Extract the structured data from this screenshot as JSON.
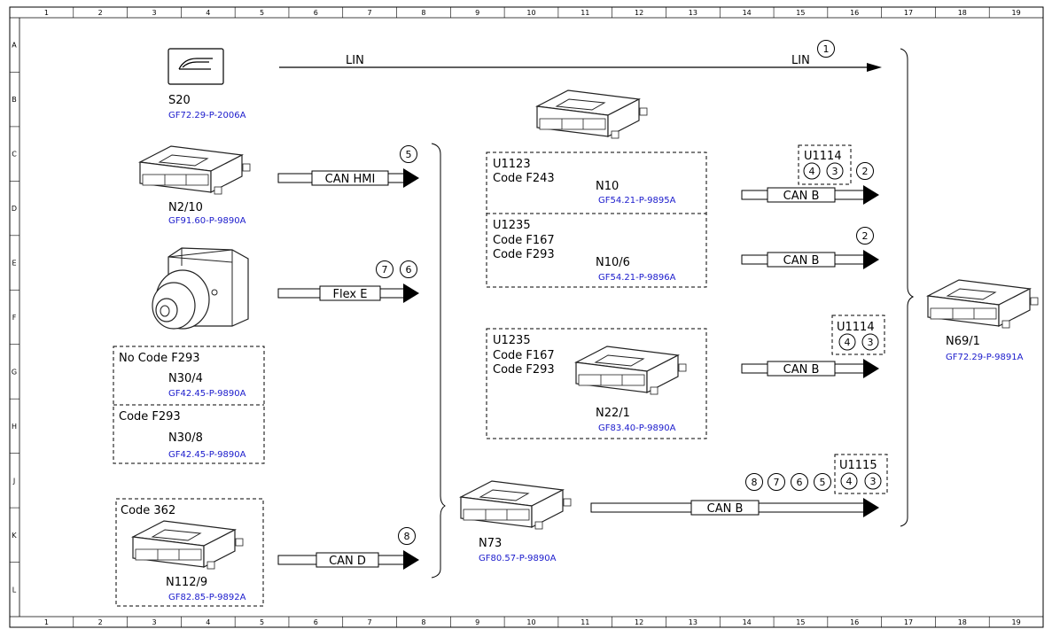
{
  "grid": {
    "columns": [
      "1",
      "2",
      "3",
      "4",
      "5",
      "6",
      "7",
      "8",
      "9",
      "10",
      "11",
      "12",
      "13",
      "14",
      "15",
      "16",
      "17",
      "18",
      "19"
    ],
    "rows": [
      "A",
      "B",
      "C",
      "D",
      "E",
      "F",
      "G",
      "H",
      "J",
      "K",
      "L"
    ]
  },
  "components": {
    "s20": {
      "name": "S20",
      "ref": "GF72.29-P-2006A"
    },
    "n2_10": {
      "name": "N2/10",
      "ref": "GF91.60-P-9890A"
    },
    "n30_4": {
      "code": "No Code F293",
      "name": "N30/4",
      "ref": "GF42.45-P-9890A"
    },
    "n30_8": {
      "code": "Code F293",
      "name": "N30/8",
      "ref": "GF42.45-P-9890A"
    },
    "n112_9": {
      "code": "Code 362",
      "name": "N112/9",
      "ref": "GF82.85-P-9892A"
    },
    "n10": {
      "lines": [
        "U1123",
        "Code F243"
      ],
      "name": "N10",
      "ref": "GF54.21-P-9895A"
    },
    "n10_6": {
      "lines": [
        "U1235",
        "Code F167",
        "Code F293"
      ],
      "name": "N10/6",
      "ref": "GF54.21-P-9896A"
    },
    "n22_1": {
      "lines": [
        "U1235",
        "Code F167",
        "Code F293"
      ],
      "name": "N22/1",
      "ref": "GF83.40-P-9890A"
    },
    "n73": {
      "name": "N73",
      "ref": "GF80.57-P-9890A"
    },
    "n69_1": {
      "name": "N69/1",
      "ref": "GF72.29-P-9891A"
    }
  },
  "buses": {
    "lin_left": "LIN",
    "lin_right": "LIN",
    "can_hmi": "CAN HMI",
    "flex_e": "Flex E",
    "can_d": "CAN D",
    "can_b1": "CAN B",
    "can_b2": "CAN B",
    "can_b3": "CAN B",
    "can_b4": "CAN B"
  },
  "groups": {
    "u1114_a": {
      "label": "U1114",
      "items": [
        "4",
        "3"
      ]
    },
    "u1114_b": {
      "label": "U1114",
      "items": [
        "4",
        "3"
      ]
    },
    "u1115": {
      "label": "U1115",
      "items": [
        "4",
        "3"
      ]
    }
  },
  "markers": {
    "lin": [
      "1"
    ],
    "can_hmi": [
      "5"
    ],
    "flex_e": [
      "7",
      "6"
    ],
    "can_d": [
      "8"
    ],
    "n10": [
      "2"
    ],
    "n10_6": [
      "2"
    ],
    "n73": [
      "8",
      "7",
      "6",
      "5"
    ]
  }
}
